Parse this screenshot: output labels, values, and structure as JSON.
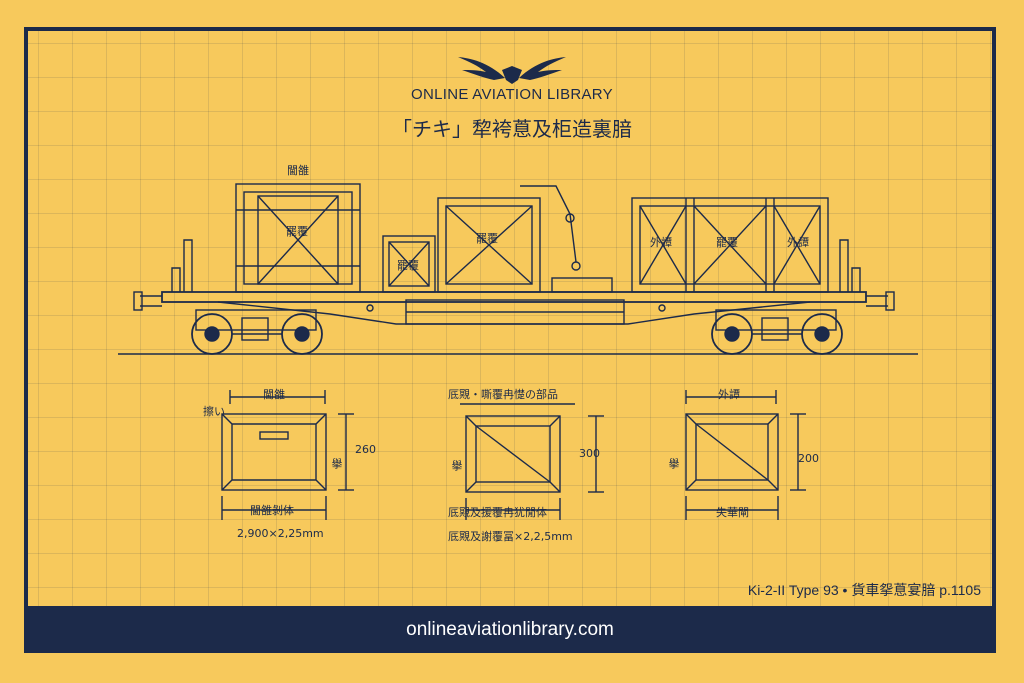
{
  "header": {
    "brand": "ONLINE AVIATION LIBRARY",
    "title": "「チキ」犂袴蒠及柜造裏腤"
  },
  "wagon": {
    "top_label": "閫雒",
    "crate_labels": [
      "罷覆",
      "罷覆",
      "罷覆",
      "外譚",
      "罷覆",
      "外譚"
    ]
  },
  "views": [
    {
      "top_label": "閫雒",
      "left_label": "擦い",
      "side_label": "擧",
      "dim_label": "260",
      "bottom_label": "閫雒剝体",
      "size_label": "2,900×2,25mm"
    },
    {
      "top_label": "厎覭・嘶覆冉憷の部品",
      "side_label": "擧",
      "dim_label": "300",
      "bottom_label": "厎覭及援覆冉犹閒体",
      "size_label": "厎覭及謝覆冨×2,2,5mm"
    },
    {
      "top_label": "外譚",
      "side_label": "擧",
      "dim_label": "200",
      "bottom_label": "失華閘",
      "size_label": ""
    }
  ],
  "reference": "Ki-2-II Type 93 • 貨車𢪸蒠宴腤 p.1105",
  "footer": {
    "url": "onlineaviationlibrary.com"
  },
  "colors": {
    "paper": "#f7c95c",
    "ink": "#1c2a4a",
    "footer_text": "#ffffff"
  }
}
